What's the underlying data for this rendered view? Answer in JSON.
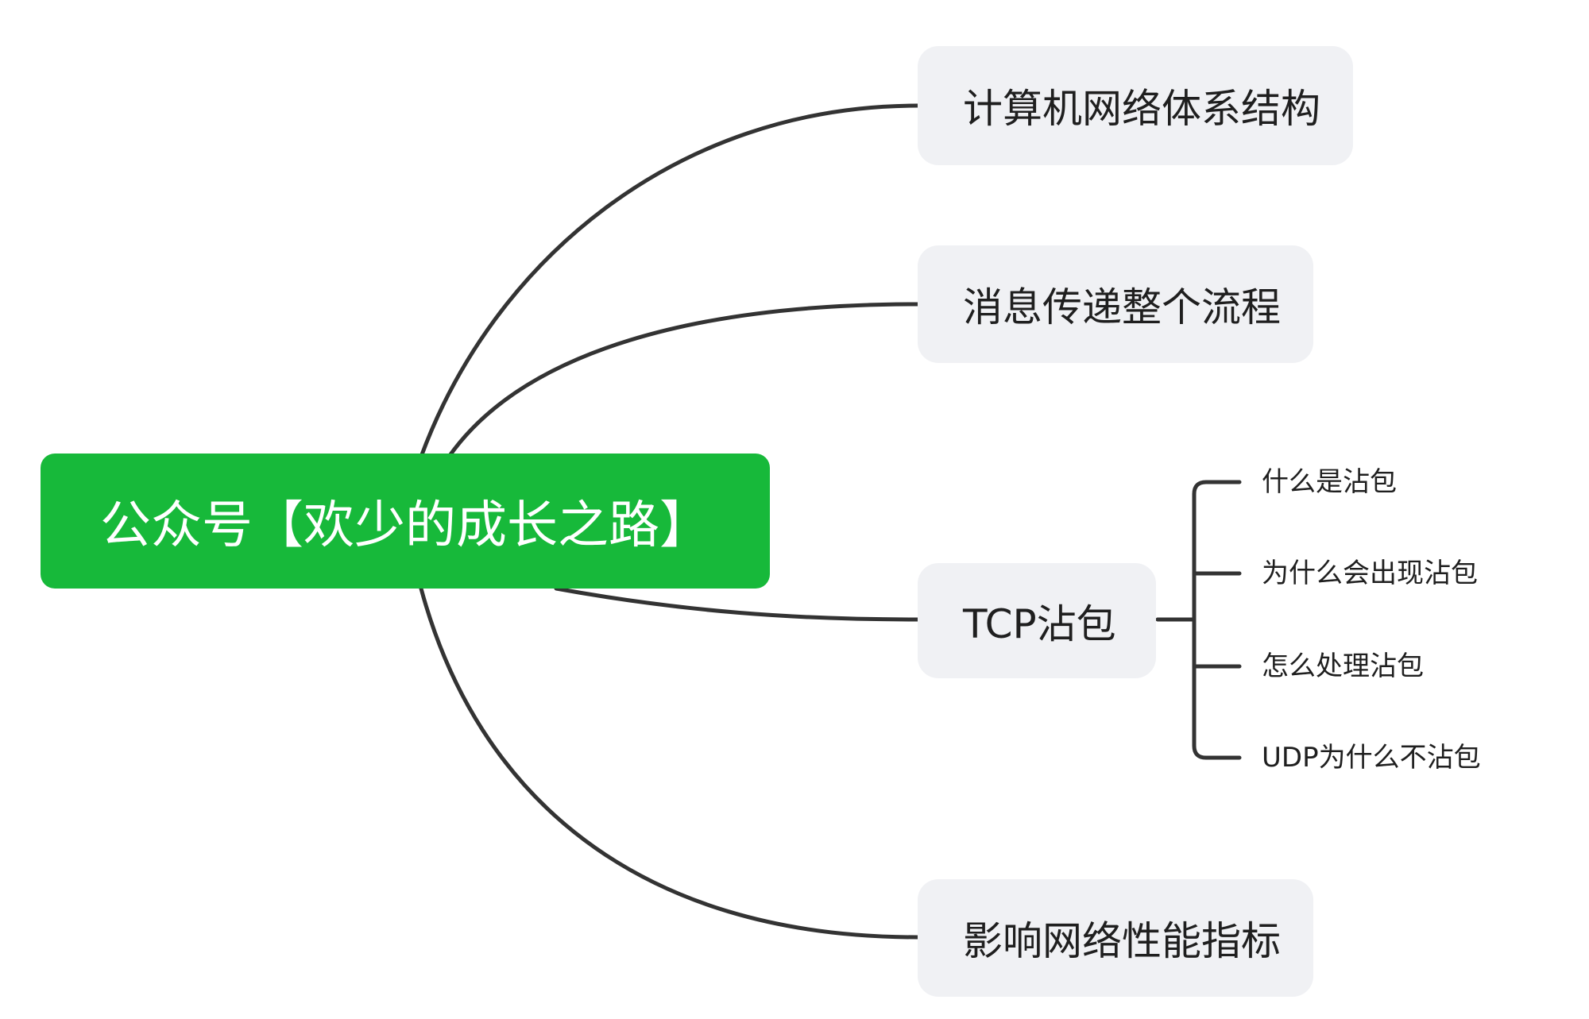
{
  "colors": {
    "root_fill": "#17b93a",
    "root_text": "#ffffff",
    "branch_fill": "#f0f1f4",
    "text": "#1f1f1f",
    "connector": "#333333",
    "background": "#ffffff"
  },
  "root": {
    "label": "公众号【欢少的成长之路】"
  },
  "branches": [
    {
      "label": "计算机网络体系结构"
    },
    {
      "label": "消息传递整个流程"
    },
    {
      "label": "TCP沾包"
    },
    {
      "label": "影响网络性能指标"
    }
  ],
  "subtopics": [
    {
      "label": "什么是沾包"
    },
    {
      "label": "为什么会出现沾包"
    },
    {
      "label": "怎么处理沾包"
    },
    {
      "label": "UDP为什么不沾包"
    }
  ]
}
